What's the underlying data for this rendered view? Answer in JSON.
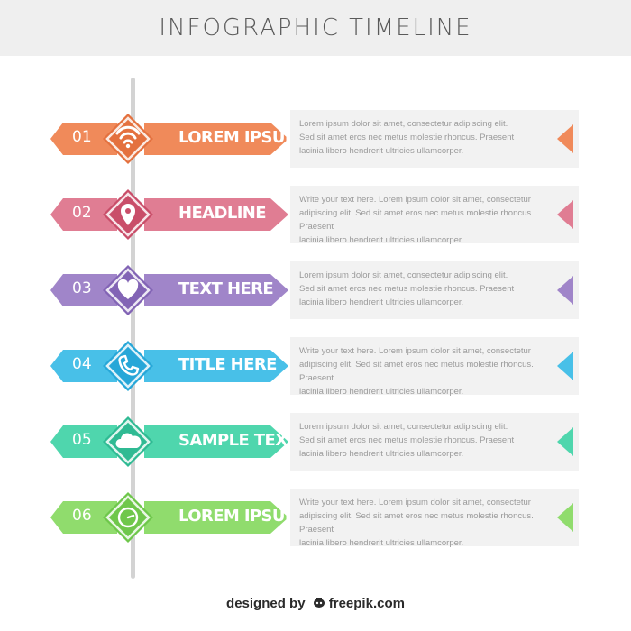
{
  "header": {
    "title": "INFOGRAPHIC TIMELINE"
  },
  "items": [
    {
      "number": "01",
      "title": "LOREM IPSUM",
      "icon": "wifi-icon",
      "color": "#f08a5a",
      "dark": "#e4713f",
      "lines": [
        "Lorem ipsum dolor sit amet, consectetur adipiscing elit.",
        "Sed sit amet eros nec metus molestie rhoncus. Praesent",
        "lacinia libero hendrerit ultricies ullamcorper."
      ]
    },
    {
      "number": "02",
      "title": "HEADLINE",
      "icon": "location-pin-icon",
      "color": "#e07d93",
      "dark": "#c94e69",
      "lines": [
        "Write your text here. Lorem ipsum dolor sit amet, consectetur",
        "adipiscing elit. Sed sit amet eros nec metus molestie rhoncus. Praesent",
        "lacinia libero hendrerit ultricies ullamcorper."
      ]
    },
    {
      "number": "03",
      "title": "TEXT HERE",
      "icon": "heart-icon",
      "color": "#a085c9",
      "dark": "#8264b5",
      "lines": [
        "Lorem ipsum dolor sit amet, consectetur adipiscing elit.",
        "Sed sit amet eros nec metus molestie rhoncus. Praesent",
        "lacinia libero hendrerit ultricies ullamcorper."
      ]
    },
    {
      "number": "04",
      "title": "TITLE HERE",
      "icon": "phone-icon",
      "color": "#48c0e8",
      "dark": "#27a7d8",
      "lines": [
        "Write your text here. Lorem ipsum dolor sit amet, consectetur",
        "adipiscing elit. Sed sit amet eros nec metus molestie rhoncus. Praesent",
        "lacinia libero hendrerit ultricies ullamcorper."
      ]
    },
    {
      "number": "05",
      "title": "SAMPLE TEXT",
      "icon": "cloud-icon",
      "color": "#4fd6ad",
      "dark": "#2fba93",
      "lines": [
        "Lorem ipsum dolor sit amet, consectetur adipiscing elit.",
        "Sed sit amet eros nec metus molestie rhoncus. Praesent",
        "lacinia libero hendrerit ultricies ullamcorper."
      ]
    },
    {
      "number": "06",
      "title": "LOREM IPSUM",
      "icon": "clock-icon",
      "color": "#90dc6d",
      "dark": "#6fc74b",
      "lines": [
        "Write your text here. Lorem ipsum dolor sit amet, consectetur",
        "adipiscing elit. Sed sit amet eros nec metus molestie rhoncus. Praesent",
        "lacinia libero hendrerit ultricies ullamcorper."
      ]
    }
  ],
  "footer": {
    "designed_by": "designed by",
    "brand": "freepik.com"
  }
}
